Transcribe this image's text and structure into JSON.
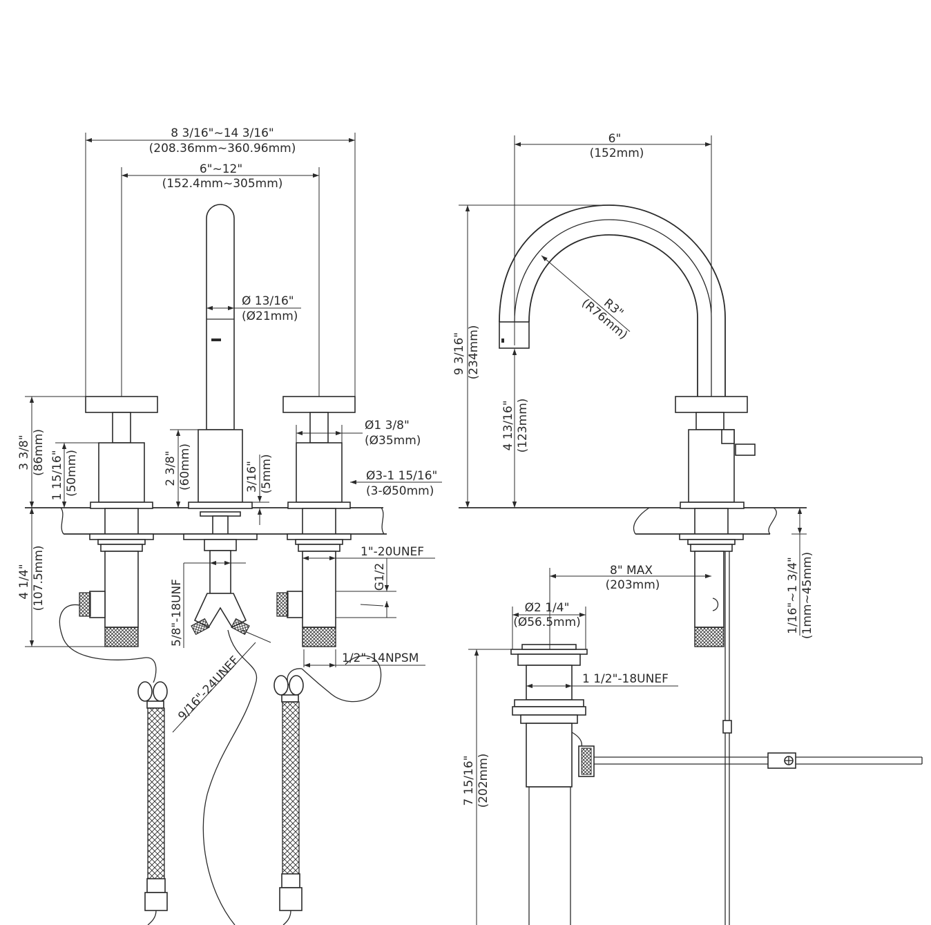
{
  "labels": {
    "overall_width_in": "8 3/16\"~14 3/16\"",
    "overall_width_mm": "(208.36mm~360.96mm)",
    "center_in": "6\"~12\"",
    "center_mm": "(152.4mm~305mm)",
    "spout_dia_in": "Ø 13/16\"",
    "spout_dia_mm": "(Ø21mm)",
    "handle_dia_in": "Ø1 3/8\"",
    "handle_dia_mm": "(Ø35mm)",
    "hole_in": "Ø3-1 15/16\"",
    "hole_mm": "(3-Ø50mm)",
    "h_handle_in": "3 3/8\"",
    "h_handle_mm": "(86mm)",
    "h_base_in": "1 15/16\"",
    "h_base_mm": "(50mm)",
    "h_spoutbase_in": "2 3/8\"",
    "h_spoutbase_mm": "(60mm)",
    "h_flange_in": "3/16\"",
    "h_flange_mm": "(5mm)",
    "h_below_in": "4 1/4\"",
    "h_below_mm": "(107.5mm)",
    "thread_unef": "1\"-20UNEF",
    "thread_g12": "G1/2",
    "thread_unf": "5/8\"-18UNF",
    "thread_24unef": "9/16\"-24UNEF",
    "thread_npsm": "1/2\"-14NPSM",
    "reach_in": "6\"",
    "reach_mm": "(152mm)",
    "radius_in": "R3\"",
    "radius_mm": "(R76mm)",
    "spout_h_in": "9 3/16\"",
    "spout_h_mm": "(234mm)",
    "outlet_h_in": "4 13/16\"",
    "outlet_h_mm": "(123mm)",
    "deck_in": "1/16\"~1 3/4\"",
    "deck_mm": "(1mm~45mm)",
    "max_in": "8\" MAX",
    "max_mm": "(203mm)",
    "drain_dia_in": "Ø2 1/4\"",
    "drain_dia_mm": "(Ø56.5mm)",
    "drain_thread": "1 1/2\"-18UNEF",
    "drain_h_in": "7 15/16\"",
    "drain_h_mm": "(202mm)"
  }
}
